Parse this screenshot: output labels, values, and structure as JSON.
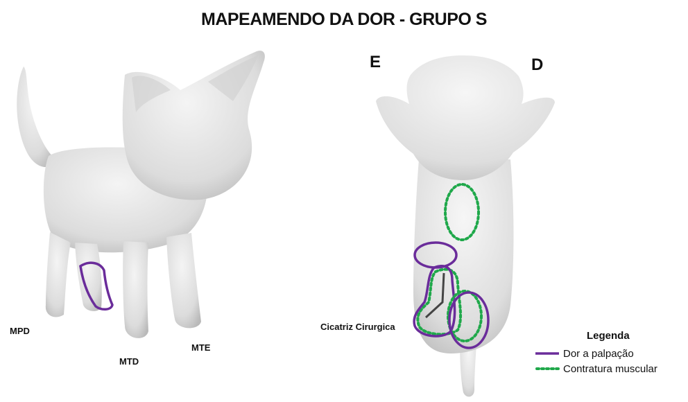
{
  "title": "MAPEAMENDO DA DOR - GRUPO S",
  "side_labels": {
    "left": "E",
    "right": "D"
  },
  "limb_labels": {
    "mpd": "MPD",
    "mtd": "MTD",
    "mte": "MTE"
  },
  "annotations": {
    "scar": "Cicatriz Cirurgica"
  },
  "legend": {
    "title": "Legenda",
    "items": [
      {
        "label": "Dor a palpação",
        "style": "solid",
        "color": "#6a2c9a"
      },
      {
        "label": "Contratura muscular",
        "style": "dotted",
        "color": "#1fa84a"
      }
    ]
  },
  "colors": {
    "pain": "#6a2c9a",
    "contracture": "#1fa84a",
    "body": "#e4e4e4"
  }
}
